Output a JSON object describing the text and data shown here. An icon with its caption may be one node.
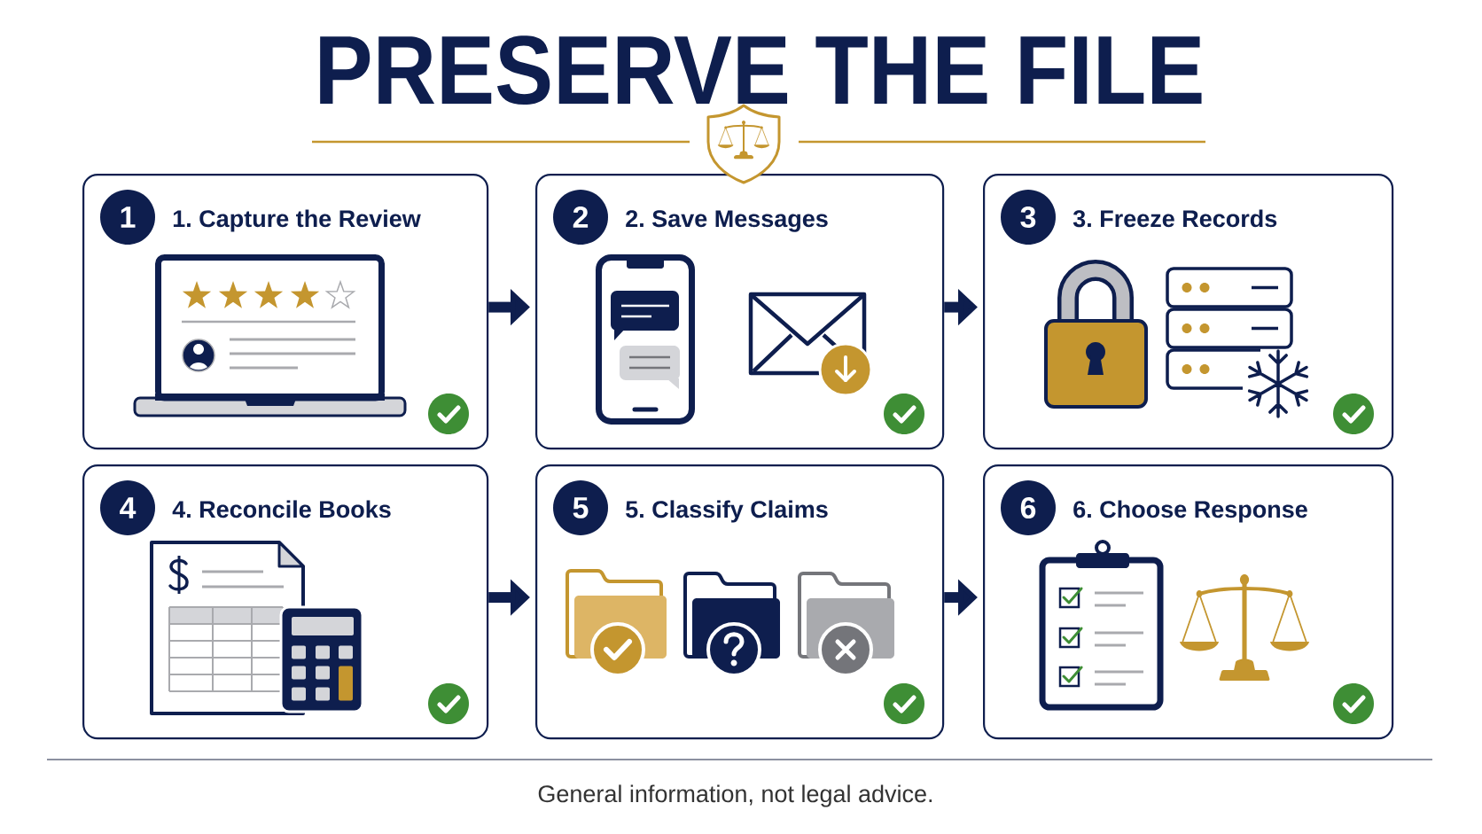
{
  "diagram": {
    "title": "PRESERVE THE FILE",
    "caption": "General information, not legal advice.",
    "nodes": [
      {
        "text": [
          "1. Capture the Review"
        ]
      },
      {
        "text": [
          "1"
        ],
        "in": 0
      },
      {
        "text": [
          "2. Save Messages"
        ]
      },
      {
        "text": [
          "2"
        ],
        "in": 2
      },
      {
        "text": [
          "3. Freeze Records"
        ]
      },
      {
        "text": [
          "3"
        ],
        "in": 4
      },
      {
        "text": [
          "4. Reconcile Books"
        ]
      },
      {
        "text": [
          "4"
        ],
        "in": 6
      },
      {
        "text": [
          "5. Classify Claims"
        ]
      },
      {
        "text": [
          "5"
        ],
        "in": 8
      },
      {
        "text": [
          "6. Choose Response"
        ]
      },
      {
        "text": [
          "6"
        ],
        "in": 10
      }
    ],
    "edges": [
      {
        "from": 0,
        "to": 2,
        "arrow": "to"
      },
      {
        "from": 2,
        "to": 4,
        "arrow": "to"
      },
      {
        "from": 6,
        "to": 8,
        "arrow": "to"
      },
      {
        "from": 8,
        "to": 10,
        "arrow": "to"
      }
    ]
  }
}
